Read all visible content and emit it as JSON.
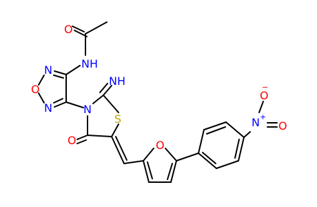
{
  "molecule": {
    "colors": {
      "bond": "#000000",
      "carbon": "#000000",
      "oxygen": "#ff0000",
      "nitrogen": "#0000ff",
      "sulfur": "#b8a800"
    },
    "labels": {
      "o_acetyl": "O",
      "nh": "NH",
      "n_oxadiazole_top": "N",
      "o_oxadiazole": "O",
      "n_oxadiazole_bottom": "N",
      "imine": "NH",
      "n_ring": "N",
      "s_ring": "S",
      "o_ketone": "O",
      "o_furan": "O",
      "n_nitro": "N",
      "n_nitro_charge": "+",
      "o_nitro_top": "O",
      "o_nitro_top_charge": "−",
      "o_nitro_right": "O"
    }
  }
}
